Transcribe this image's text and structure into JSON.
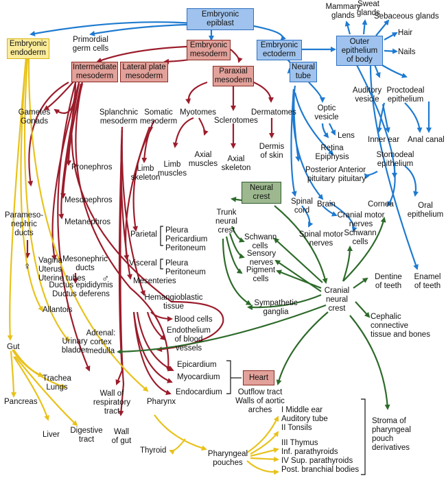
{
  "boxes": {
    "epiblast": "Embryonic\nepiblast",
    "endoderm": "Embryonic\nendoderm",
    "mesoderm": "Embryonic\nmesoderm",
    "ectoderm": "Embryonic\nectoderm",
    "outer_epithelium": "Outer\nepithelium\nof body",
    "intermediate": "Intermediate\nmesoderm",
    "lateral": "Lateral plate\nmesoderm",
    "paraxial": "Paraxial\nmesoderm",
    "neural_tube": "Neural\ntube",
    "neural_crest": "Neural\ncrest",
    "heart": "Heart"
  },
  "labels": {
    "primordial": "Primordial\ngerm cells",
    "mammary": "Mammary\nglands",
    "sweat": "Sweat\nglands",
    "sebaceous": "Sebaceous glands",
    "hair": "Hair",
    "nails": "Nails",
    "auditory_vesicle": "Auditory\nvesicle",
    "proctodeal": "Proctodeal\nepithelium",
    "inner_ear": "Inner ear",
    "anal_canal": "Anal canal",
    "stomodeal": "Stomodeal\nepithelium",
    "anterior_pit": "Anterior\npituitary",
    "oral_epi": "Oral\nepithelium",
    "optic_vesicle": "Optic\nvesicle",
    "lens": "Lens",
    "retina": "Retina\nEpiphysis",
    "posterior_pit": "Posterior\npituitary",
    "cornea": "Cornea",
    "spinal_cord": "Spinal\ncord",
    "brain": "Brain",
    "cranial_motor": "Cranial motor\nnerves",
    "schwann_right": "Schwann\ncells",
    "spinal_motor": "Spinal motor\nnerves",
    "gametes": "Gametes\nGonads",
    "splanchnic": "Splanchnic\nmesoderm",
    "somatic": "Somatic\nmesoderm",
    "myotomes": "Myotomes",
    "sclerotomes": "Sclerotomes",
    "dermatomes": "Dermatomes",
    "dermis": "Dermis\nof skin",
    "limb_muscles": "Limb\nmuscles",
    "axial_muscles": "Axial\nmuscles",
    "axial_skeleton": "Axial\nskeleton",
    "limb_skeleton": "Limb\nskeleton",
    "pronephros": "Pronephros",
    "mesonephros": "Mesonephros",
    "metanephros": "Metanephros",
    "paramesonephric": "Parameso-\nnephric\nducts",
    "vagina": "Vagina\nUterus\nUterine tubes",
    "mesonephric": "Mesonephric\nducts",
    "ductus": "Ductus epididymis\nDuctus deferens",
    "parietal": "Parietal",
    "parietal_list": "Pleura\nPericardium\nPeritoneum",
    "visceral": "Visceral",
    "visceral_list": "Pleura\nPeritoneum",
    "mesenteries": "Mesenteries",
    "hemangio": "Hemangioblastic\ntissue",
    "blood_cells": "Blood cells",
    "endothelium": "Endothelium\nof blood\nvessels",
    "trunk_crest": "Trunk\nneural\ncrest",
    "schwann_left": "Schwann\ncells",
    "sensory": "Sensory\nnerves",
    "pigment": "Pigment\ncells",
    "sympathetic": "Sympathetic\nganglia",
    "cranial_crest": "Cranial\nneural\ncrest",
    "dentine": "Dentine\nof teeth",
    "enamel": "Enamel\nof teeth",
    "cephalic": "Cephalic\nconnective\ntissue and bones",
    "allantois": "Allantois",
    "urinary": "Urinary\nbladder",
    "adrenal": "Adrenal:\ncortex\nmedulla",
    "gut": "Gut",
    "trachea": "Trachea\nLungs",
    "pancreas": "Pancreas",
    "liver": "Liver",
    "digestive": "Digestive\ntract",
    "epicardium": "Epicardium",
    "myocardium": "Myocardium",
    "endocardium": "Endocardium",
    "outflow": "Outflow tract\nWalls of aortic\narches",
    "wall_resp": "Wall of\nrespiratory\ntract",
    "wall_gut": "Wall\nof gut",
    "pharynx": "Pharynx",
    "thyroid": "Thyroid",
    "pouches": "Pharyngeal\npouches",
    "pouch_list": "I Middle ear\n   Auditory tube\nII Tonsils",
    "pouch_list2": "III Thymus\n     Inf. parathyroids\nIV Sup. parathyroids\n     Post. branchial bodies",
    "stroma": "Stroma of\npharyngeal\npouch\nderivatives",
    "female_sym": "♀",
    "male_sym": "♂"
  },
  "colors": {
    "blue": "#1e7ad0",
    "red": "#9b1c2b",
    "green": "#2d6a2a",
    "yellow": "#e8c21c"
  }
}
